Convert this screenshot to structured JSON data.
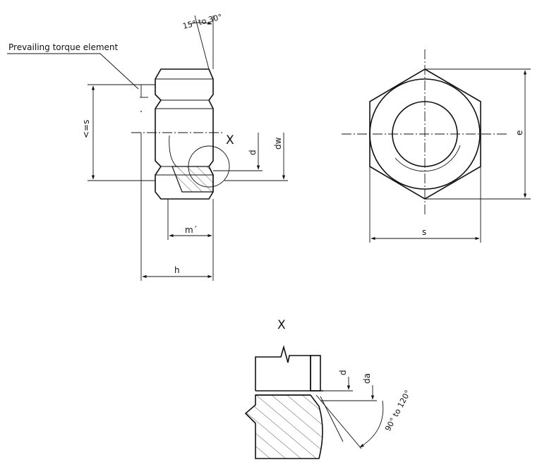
{
  "labels": {
    "prevailing_torque": "Prevailing torque element",
    "angle_top": "15° to 30°",
    "s_side": "<=s",
    "detail_marker": "X",
    "d": "d",
    "dw": "dw",
    "m_prime": "m´",
    "h": "h",
    "e": "e",
    "s": "s",
    "detail_title": "X",
    "d_detail": "d",
    "da": "da",
    "angle_detail": "90° to 120°"
  }
}
